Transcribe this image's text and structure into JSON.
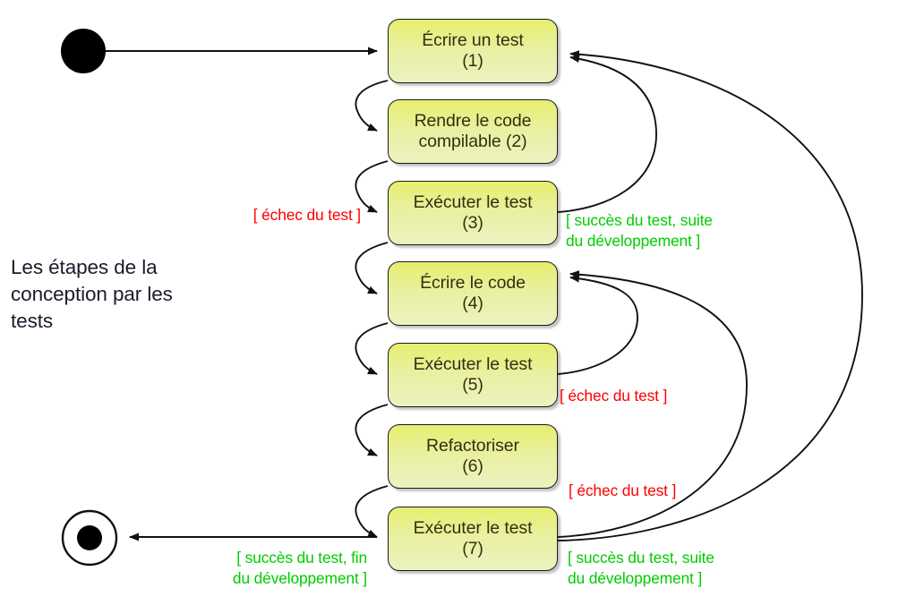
{
  "diagram": {
    "title_lines": [
      "Les étapes de la",
      "conception par les",
      "tests"
    ],
    "initial_node_name": "initial-state-node",
    "final_node_name": "final-state-node",
    "colors": {
      "state_fill_top": "#e6ee6e",
      "state_fill_bottom": "#ecf2c0",
      "state_border": "#1a1a1a",
      "state_text": "#332f12",
      "guard_fail": "#ff0000",
      "guard_success": "#00cc00",
      "title_text": "#1b1b2b",
      "edge": "#1a1a1a",
      "background": "#ffffff"
    },
    "states": [
      {
        "id": 1,
        "name": "ecrire-un-test",
        "line1": "Écrire un test",
        "line2": "(1)"
      },
      {
        "id": 2,
        "name": "rendre-le-code-compilable",
        "line1": "Rendre le code",
        "line2": "compilable (2)"
      },
      {
        "id": 3,
        "name": "executer-le-test-3",
        "line1": "Exécuter le test",
        "line2": "(3)"
      },
      {
        "id": 4,
        "name": "ecrire-le-code",
        "line1": "Écrire le code",
        "line2": "(4)"
      },
      {
        "id": 5,
        "name": "executer-le-test-5",
        "line1": "Exécuter le test",
        "line2": "(5)"
      },
      {
        "id": 6,
        "name": "refactoriser",
        "line1": "Refactoriser",
        "line2": "(6)"
      },
      {
        "id": 7,
        "name": "executer-le-test-7",
        "line1": "Exécuter le test",
        "line2": "(7)"
      }
    ],
    "guards": [
      {
        "name": "guard-echec-test-3",
        "kind": "fail",
        "lines": [
          "[ échec du test ]"
        ]
      },
      {
        "name": "guard-succes-test-3",
        "kind": "success",
        "lines": [
          "[ succès du test, suite",
          "du développement ]"
        ]
      },
      {
        "name": "guard-echec-test-5",
        "kind": "fail",
        "lines": [
          "[ échec du test ]"
        ]
      },
      {
        "name": "guard-echec-test-7",
        "kind": "fail",
        "lines": [
          "[ échec du test ]"
        ]
      },
      {
        "name": "guard-succes-test-7-fin",
        "kind": "success",
        "lines": [
          "[ succès du test, fin",
          "du développement ]"
        ]
      },
      {
        "name": "guard-succes-test-7-suite",
        "kind": "success",
        "lines": [
          "[ succès du test, suite",
          "du développement ]"
        ]
      }
    ]
  }
}
